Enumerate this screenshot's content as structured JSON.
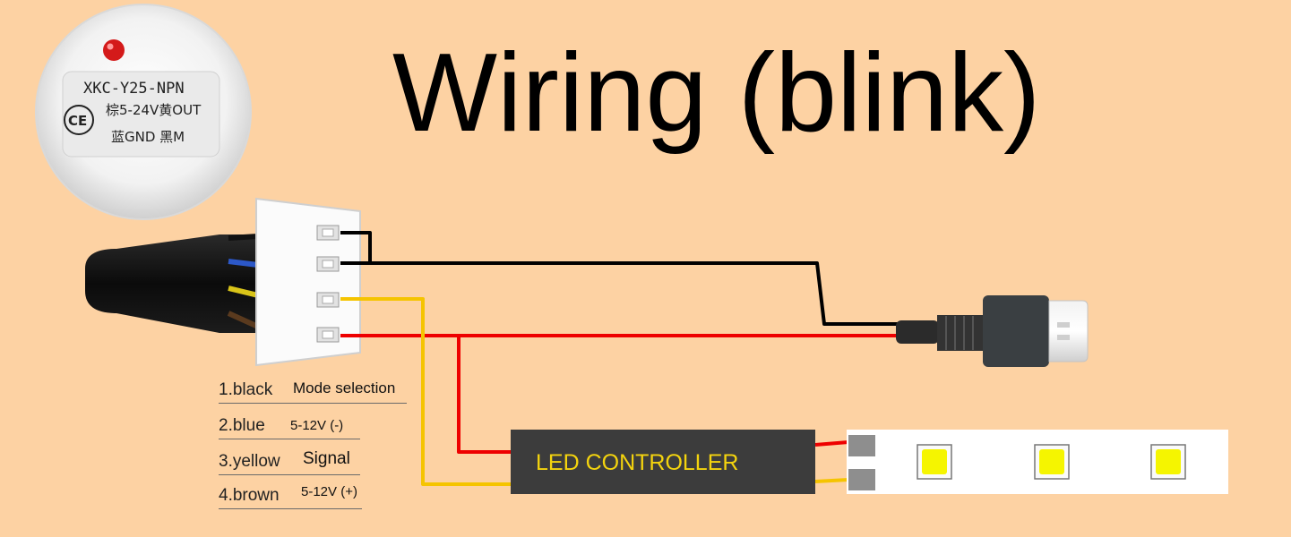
{
  "title": "Wiring (blink)",
  "sensor": {
    "model": "XKC-Y25-NPN",
    "ce_mark": "CE",
    "pins_line1": "棕5-24V黄OUT",
    "pins_line2": "蓝GND  黑M"
  },
  "legend": [
    {
      "number": "1.black",
      "description": "Mode selection"
    },
    {
      "number": "2.blue",
      "description": "5-12V (-)"
    },
    {
      "number": "3.yellow",
      "description": "Signal"
    },
    {
      "number": "4.brown",
      "description": "5-12V (+)"
    }
  ],
  "controller_label": "LED CONTROLLER",
  "colors": {
    "background": "#fdd2a3",
    "wire_black": "#000000",
    "wire_red": "#ee0000",
    "wire_yellow": "#f5c400",
    "controller": "#3c3c3c",
    "controller_text": "#f4d40e",
    "led": "#f5f500"
  },
  "icons": [
    "sensor-led-indicator",
    "usb-plug-icon",
    "led-chip-icon"
  ]
}
